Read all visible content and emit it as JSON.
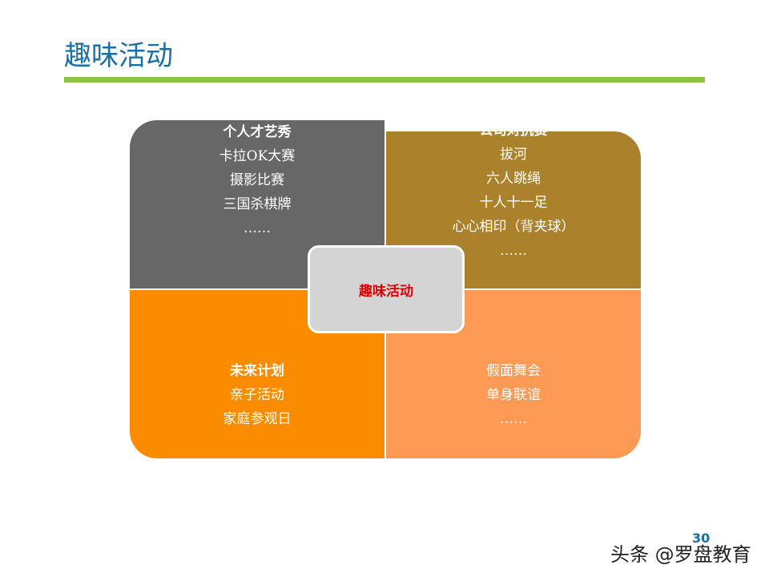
{
  "title": "趣味活动",
  "center": "趣味活动",
  "quadrants": [
    {
      "heading": "个人才艺秀",
      "items": [
        "卡拉OK大赛",
        "摄影比赛",
        "三国杀棋牌",
        "……"
      ]
    },
    {
      "heading": "公司对抗赛",
      "items": [
        "拔河",
        "六人跳绳",
        "十人十一足",
        "心心相印（背夹球）",
        "……"
      ]
    },
    {
      "heading": "未来计划",
      "items": [
        "亲子活动",
        "家庭参观日"
      ]
    },
    {
      "heading": "",
      "items": [
        "假面舞会",
        "单身联谊",
        "……"
      ]
    }
  ],
  "page_number": "30",
  "watermark": "头条 @罗盘教育",
  "colors": {
    "title": "#1a6fa6",
    "rule": "#8cc63f",
    "q1": "#676767",
    "q2": "#ab812c",
    "q3": "#fb8c00",
    "q4": "#fd9a56",
    "center_text": "#e00000"
  }
}
